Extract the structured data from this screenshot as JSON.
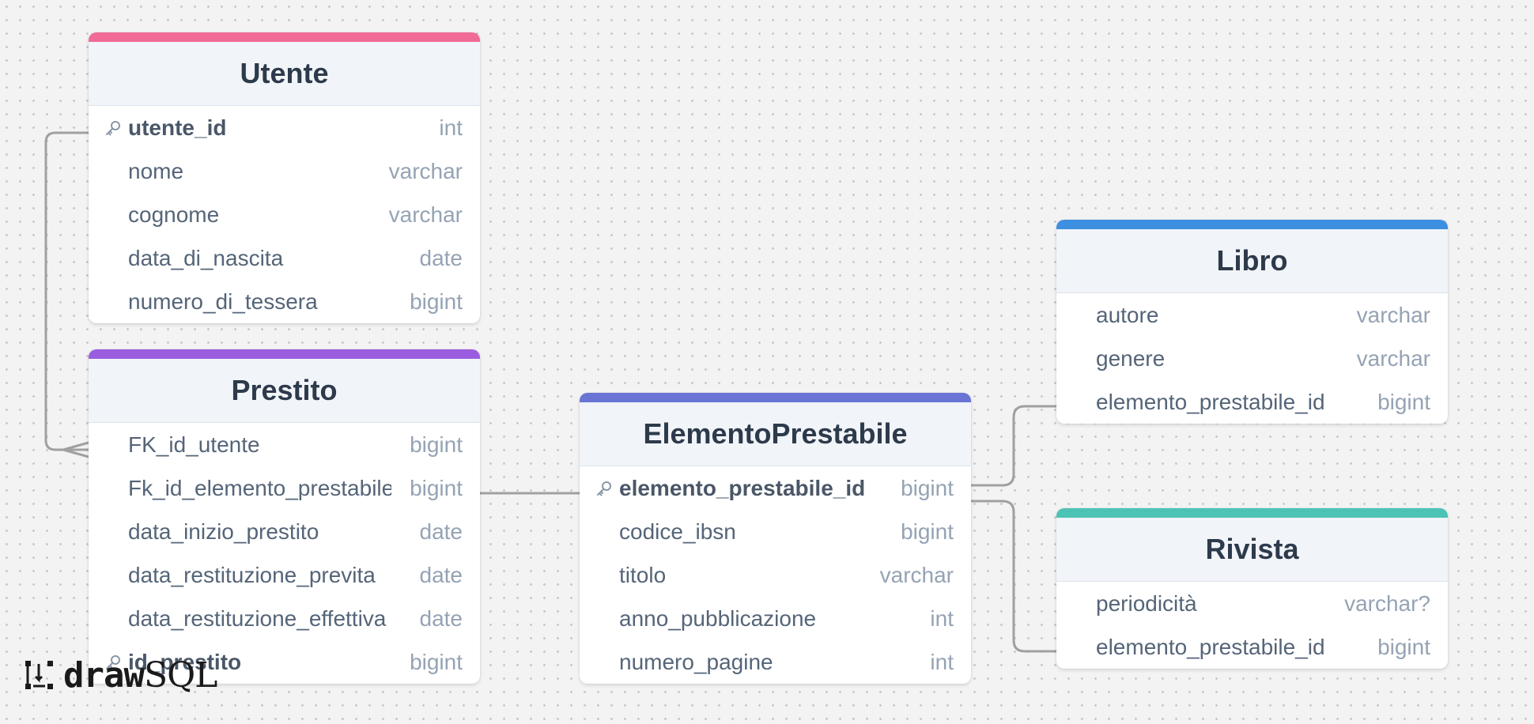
{
  "tables": {
    "utente": {
      "name": "Utente",
      "accent": "#f06b96",
      "columns": [
        {
          "name": "utente_id",
          "type": "int",
          "pk": true
        },
        {
          "name": "nome",
          "type": "varchar"
        },
        {
          "name": "cognome",
          "type": "varchar"
        },
        {
          "name": "data_di_nascita",
          "type": "date"
        },
        {
          "name": "numero_di_tessera",
          "type": "bigint"
        }
      ]
    },
    "prestito": {
      "name": "Prestito",
      "accent": "#9b5de0",
      "columns": [
        {
          "name": "FK_id_utente",
          "type": "bigint"
        },
        {
          "name": "Fk_id_elemento_prestabile",
          "type": "bigint"
        },
        {
          "name": "data_inizio_prestito",
          "type": "date"
        },
        {
          "name": "data_restituzione_previta",
          "type": "date"
        },
        {
          "name": "data_restituzione_effettiva",
          "type": "date"
        },
        {
          "name": "id_prestito",
          "type": "bigint",
          "pk": true
        }
      ]
    },
    "elemento": {
      "name": "ElementoPrestabile",
      "accent": "#6a74d4",
      "columns": [
        {
          "name": "elemento_prestabile_id",
          "type": "bigint",
          "pk": true
        },
        {
          "name": "codice_ibsn",
          "type": "bigint"
        },
        {
          "name": "titolo",
          "type": "varchar"
        },
        {
          "name": "anno_pubblicazione",
          "type": "int"
        },
        {
          "name": "numero_pagine",
          "type": "int"
        }
      ]
    },
    "libro": {
      "name": "Libro",
      "accent": "#3d8fe0",
      "columns": [
        {
          "name": "autore",
          "type": "varchar"
        },
        {
          "name": "genere",
          "type": "varchar"
        },
        {
          "name": "elemento_prestabile_id",
          "type": "bigint"
        }
      ]
    },
    "rivista": {
      "name": "Rivista",
      "accent": "#4cc3b5",
      "columns": [
        {
          "name": "periodicità",
          "type": "varchar?"
        },
        {
          "name": "elemento_prestabile_id",
          "type": "bigint"
        }
      ]
    }
  },
  "logo": {
    "part1": "draw",
    "part2": "SQL"
  },
  "colors": {
    "connector": "#a0a0a0",
    "background": "#f3f3f3"
  }
}
